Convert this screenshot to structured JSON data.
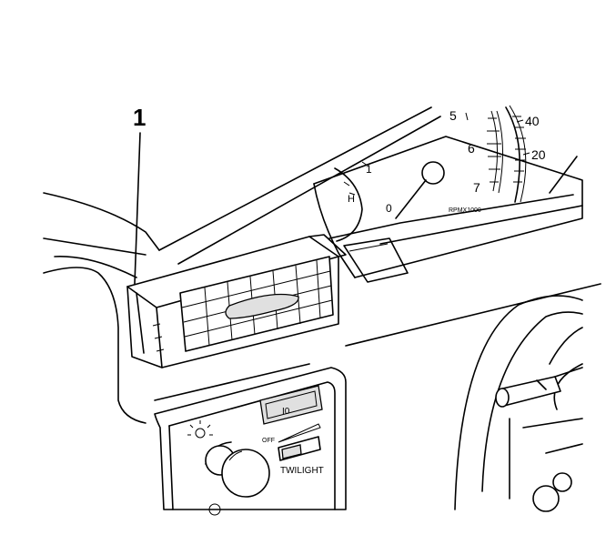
{
  "callouts": [
    {
      "number": "1"
    }
  ],
  "tachometer": {
    "ticks": [
      "0",
      "1",
      "5",
      "6",
      "7"
    ],
    "unit_label": "RPMX1000"
  },
  "speedometer": {
    "ticks": [
      "40",
      "20"
    ]
  },
  "temp_gauge": {
    "label": "H"
  },
  "light_switch": {
    "button_label": "I0",
    "off_label": "OFF",
    "twilight_label": "TWILIGHT"
  }
}
